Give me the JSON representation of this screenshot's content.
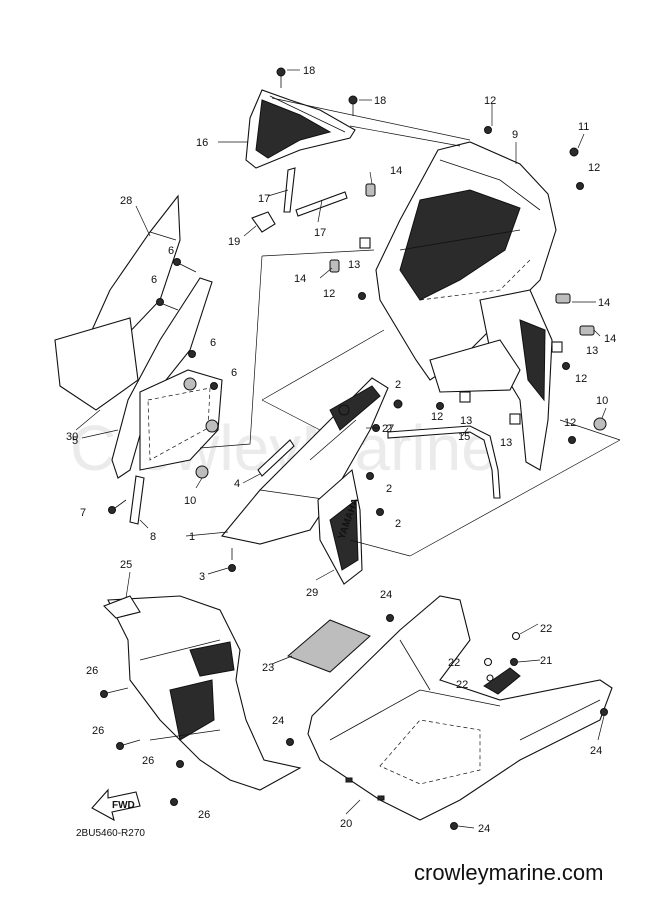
{
  "diagram": {
    "figure_code": "2BU5460-R270",
    "website": "crowleymarine.com",
    "watermark": "CrowleyMarine",
    "fwd_label": "FWD",
    "brand_mark": "YAMAHA",
    "callouts": {
      "c1": "1",
      "c2a": "2",
      "c2b": "2",
      "c2c": "2",
      "c2d": "2",
      "c3": "3",
      "c4": "4",
      "c5": "5",
      "c6a": "6",
      "c6b": "6",
      "c6c": "6",
      "c6d": "6",
      "c7": "7",
      "c8": "8",
      "c9": "9",
      "c10a": "10",
      "c10b": "10",
      "c11": "11",
      "c12a": "12",
      "c12b": "12",
      "c12c": "12",
      "c12d": "12",
      "c12e": "12",
      "c12f": "12",
      "c13a": "13",
      "c13b": "13",
      "c13c": "13",
      "c13d": "13",
      "c14a": "14",
      "c14b": "14",
      "c14c": "14",
      "c14d": "14",
      "c15": "15",
      "c16": "16",
      "c17a": "17",
      "c17b": "17",
      "c18a": "18",
      "c18b": "18",
      "c19": "19",
      "c20": "20",
      "c21": "21",
      "c22a": "22",
      "c22b": "22",
      "c22c": "22",
      "c23": "23",
      "c24a": "24",
      "c24b": "24",
      "c24c": "24",
      "c24d": "24",
      "c25": "25",
      "c26a": "26",
      "c26b": "26",
      "c26c": "26",
      "c26d": "26",
      "c27": "27",
      "c28": "28",
      "c29": "29",
      "c30": "30"
    }
  }
}
